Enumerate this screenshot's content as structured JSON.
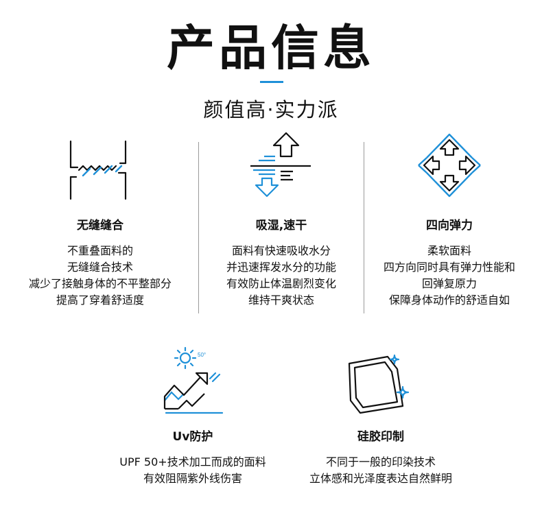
{
  "header": {
    "title": "产品信息",
    "subtitle": "颜值高·实力派"
  },
  "features": [
    {
      "name": "无缝缝合",
      "icon": "seamless-stitch-icon",
      "lines": [
        "不重叠面料的",
        "无缝缝合技术",
        "减少了接触身体的不平整部分",
        "提高了穿着舒适度"
      ]
    },
    {
      "name": "吸湿,速干",
      "icon": "moisture-wicking-icon",
      "lines": [
        "面料有快速吸收水分",
        "并迅速挥发水分的功能",
        "有效防止体温剧烈变化",
        "维持干爽状态"
      ]
    },
    {
      "name": "四向弹力",
      "icon": "four-way-stretch-icon",
      "lines": [
        "柔软面料",
        "四方向同时具有弹力性能和",
        "回弹复原力",
        "保障身体动作的舒适自如"
      ]
    },
    {
      "name": "Uv防护",
      "icon": "uv-protection-icon",
      "icon_text": "50°",
      "lines": [
        "UPF 50+技术加工而成的面料",
        "有效阻隔紫外线伤害"
      ]
    },
    {
      "name": "硅胶印制",
      "icon": "silicone-print-icon",
      "lines": [
        "不同于一般的印染技术",
        "立体感和光泽度表达自然鲜明"
      ]
    }
  ],
  "colors": {
    "accent": "#1e90d8",
    "text": "#111111",
    "divider": "#9a9a9a"
  }
}
